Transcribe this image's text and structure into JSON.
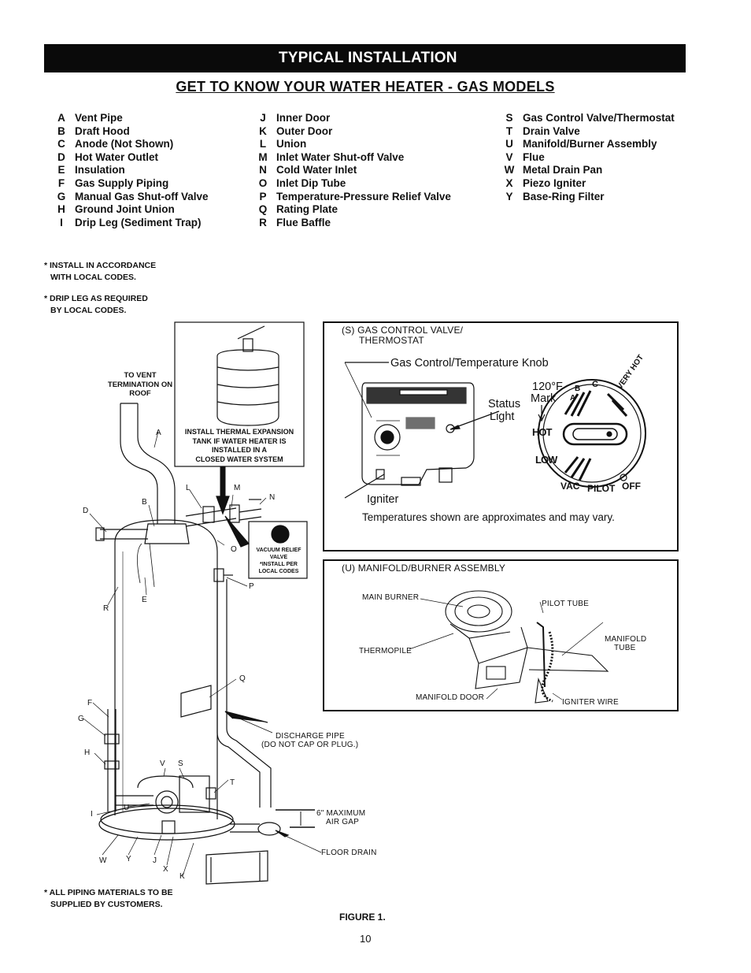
{
  "header": {
    "banner": "TYPICAL INSTALLATION",
    "subtitle": "GET TO KNOW YOUR WATER HEATER - GAS MODELS"
  },
  "legend": {
    "col1": [
      {
        "key": "A",
        "label": "Vent Pipe"
      },
      {
        "key": "B",
        "label": "Draft Hood"
      },
      {
        "key": "C",
        "label": "Anode (Not Shown)"
      },
      {
        "key": "D",
        "label": "Hot Water Outlet"
      },
      {
        "key": "E",
        "label": "Insulation"
      },
      {
        "key": "F",
        "label": "Gas Supply Piping"
      },
      {
        "key": "G",
        "label": "Manual Gas Shut-off Valve"
      },
      {
        "key": "H",
        "label": "Ground Joint Union"
      },
      {
        "key": "I",
        "label": "Drip Leg (Sediment Trap)"
      }
    ],
    "col2": [
      {
        "key": "J",
        "label": "Inner Door"
      },
      {
        "key": "K",
        "label": "Outer Door"
      },
      {
        "key": "L",
        "label": "Union"
      },
      {
        "key": "M",
        "label": "Inlet Water Shut-off Valve"
      },
      {
        "key": "N",
        "label": "Cold Water Inlet"
      },
      {
        "key": "O",
        "label": "Inlet Dip Tube"
      },
      {
        "key": "P",
        "label": "Temperature-Pressure Relief Valve"
      },
      {
        "key": "Q",
        "label": "Rating Plate"
      },
      {
        "key": "R",
        "label": "Flue Baffle"
      }
    ],
    "col3": [
      {
        "key": "S",
        "label": "Gas Control Valve/Thermostat"
      },
      {
        "key": "T",
        "label": "Drain Valve"
      },
      {
        "key": "U",
        "label": "Manifold/Burner Assembly"
      },
      {
        "key": "V",
        "label": "Flue"
      },
      {
        "key": "W",
        "label": "Metal Drain Pan"
      },
      {
        "key": "X",
        "label": "Piezo Igniter"
      },
      {
        "key": "Y",
        "label": "Base-Ring Filter"
      }
    ]
  },
  "notes": {
    "install_1": "* INSTALL IN ACCORDANCE",
    "install_2": "WITH LOCAL CODES.",
    "drip_1": "* DRIP LEG AS REQUIRED",
    "drip_2": "BY LOCAL CODES.",
    "piping_1": "* ALL PIPING MATERIALS TO BE",
    "piping_2": "SUPPLIED BY CUSTOMERS."
  },
  "diagram": {
    "to_vent_1": "TO VENT",
    "to_vent_2": "TERMINATION ON",
    "to_vent_3": "ROOF",
    "expansion_1": "INSTALL THERMAL EXPANSION",
    "expansion_2": "TANK IF WATER HEATER IS",
    "expansion_3": "INSTALLED IN A",
    "expansion_4": "CLOSED WATER SYSTEM",
    "vacuum_1": "VACUUM RELIEF",
    "vacuum_2": "VALVE",
    "vacuum_3": "*INSTALL PER",
    "vacuum_4": "LOCAL CODES",
    "discharge_1": "DISCHARGE PIPE",
    "discharge_2": "(DO NOT CAP OR PLUG.)",
    "gap_1": "6\" MAXIMUM",
    "gap_2": "AIR GAP",
    "floor_drain": "FLOOR DRAIN",
    "letters": {
      "A": "A",
      "B": "B",
      "D": "D",
      "E": "E",
      "F": "F",
      "G": "G",
      "H": "H",
      "I": "I",
      "J": "J",
      "K": "K",
      "L": "L",
      "M": "M",
      "N": "N",
      "O": "O",
      "P": "P",
      "Q": "Q",
      "R": "R",
      "S": "S",
      "T": "T",
      "U": "U",
      "V": "V",
      "W": "W",
      "X": "X",
      "Y": "Y"
    }
  },
  "gas_panel": {
    "title_1": "(S) GAS CONTROL VALVE/",
    "title_2": "THERMOSTAT",
    "knob_label": "Gas Control/Temperature Knob",
    "temp_120": "120°F",
    "mark": "Mark",
    "status_1": "Status",
    "status_2": "Light",
    "igniter": "Igniter",
    "hot": "HOT",
    "low": "LOW",
    "vac": "VAC",
    "pilot": "PILOT",
    "off": "OFF",
    "very_hot": "VERY HOT",
    "dial_a": "A",
    "dial_b": "B",
    "dial_c": "C",
    "note": "Temperatures shown are approximates and may vary."
  },
  "manifold_panel": {
    "title": "(U) MANIFOLD/BURNER ASSEMBLY",
    "main_burner": "MAIN BURNER",
    "pilot_tube": "PILOT TUBE",
    "thermopile": "THERMOPILE",
    "manifold_1": "MANIFOLD",
    "manifold_2": "TUBE",
    "manifold_door": "MANIFOLD DOOR",
    "igniter_wire": "IGNITER WIRE"
  },
  "footer": {
    "figure": "FIGURE 1.",
    "page": "10"
  }
}
